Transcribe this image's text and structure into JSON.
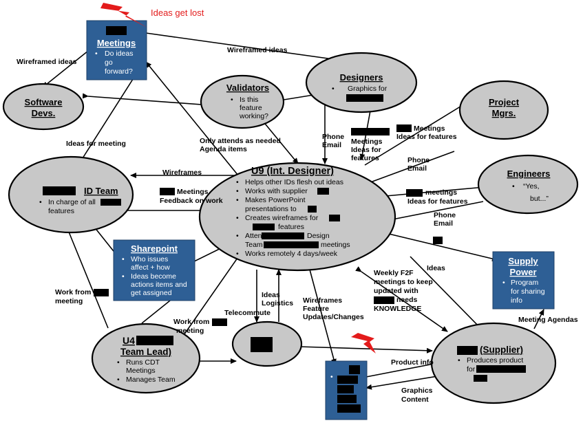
{
  "nodes": {
    "meetings": {
      "title": "Meetings",
      "bullets": [
        "Do ideas",
        "go",
        "forward?"
      ]
    },
    "software_devs": {
      "title_line1": "Software",
      "title_line2": "Devs."
    },
    "validators": {
      "title": "Validators",
      "bullets": [
        "Is this",
        "feature",
        "working?"
      ]
    },
    "designers": {
      "title": "Designers",
      "bullets": [
        "Graphics for"
      ]
    },
    "project_mgrs": {
      "title_line1": "Project",
      "title_line2": "Mgrs."
    },
    "engineers": {
      "title": "Engineers",
      "bullets": [
        "“Yes,",
        "but...”"
      ]
    },
    "id_team": {
      "title": "ID Team",
      "bullets": [
        "In charge of all",
        "features"
      ]
    },
    "u9": {
      "title": "U9 (Int. Designer)",
      "bullets": [
        "Helps other IDs flesh out ideas",
        "Works with supplier",
        "Makes PowerPoint",
        "presentations to",
        "Creates wireframes for",
        "features",
        "Attends",
        "Design",
        "Team",
        "meetings",
        "Works remotely 4 days/week"
      ]
    },
    "sharepoint": {
      "title": "Sharepoint",
      "bullets": [
        "Who issues",
        "affect + how",
        "Ideas become",
        "actions items and",
        "get assigned"
      ]
    },
    "supply_power": {
      "title_line1": "Supply",
      "title_line2": "Power",
      "bullets": [
        "Program",
        "for sharing",
        "info"
      ]
    },
    "u4": {
      "title_line1": "U4",
      "title_line2": "Team Lead)",
      "bullets": [
        "Runs CDT",
        "Meetings",
        "Manages Team"
      ]
    },
    "supplier": {
      "title": "(Supplier)",
      "bullets": [
        "Produces product",
        "for"
      ]
    }
  },
  "annotations": {
    "ideas_get_lost": "Ideas get lost"
  },
  "edges": {
    "wireframed_ideas_left": "Wireframed ideas",
    "wireframed_ideas_top": "Wireframed ideas",
    "ideas_for_meeting": "Ideas for meeting",
    "only_attends": [
      "Only attends as needed",
      "Agenda items"
    ],
    "phone_email_designers": [
      "Phone",
      "Email"
    ],
    "designers_meetings": [
      "Meetings",
      "Ideas for",
      "features"
    ],
    "pm_meetings": [
      "Meetings",
      "Ideas for features"
    ],
    "phone_email_pm": [
      "Phone",
      "Email"
    ],
    "wireframes": "Wireframes",
    "id_meetings": [
      "Meetings",
      "Feedback on work"
    ],
    "eng_meetings": [
      "meetings",
      "Ideas for features"
    ],
    "phone_email_eng": [
      "Phone",
      "Email"
    ],
    "ideas": "Ideas",
    "weekly_f2f": [
      "Weekly F2F",
      "meetings to keep",
      "updated with",
      "needs",
      "KNOWLEDGE"
    ],
    "work_from_meeting_left": [
      "Work from",
      "meeting"
    ],
    "work_from_meeting_mid": [
      "Work from",
      "meeting"
    ],
    "telecommute": "Telecommute",
    "ideas_logistics": [
      "Ideas",
      "Logistics"
    ],
    "wireframes_feature": [
      "Wireframes",
      "Feature",
      "Updates/Changes"
    ],
    "meeting_agendas": "Meeting Agendas",
    "product_info": "Product info",
    "graphics_content": [
      "Graphics",
      "Content"
    ]
  }
}
